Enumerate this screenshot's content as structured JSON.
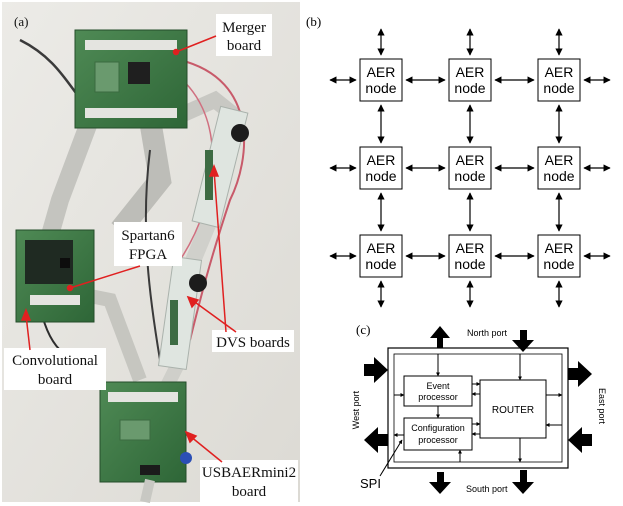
{
  "panel_a": {
    "label": "(a)",
    "callouts": {
      "merger_line1": "Merger",
      "merger_line2": "board",
      "fpga_line1": "Spartan6",
      "fpga_line2": "FPGA",
      "dvs": "DVS boards",
      "conv_line1": "Convolutional",
      "conv_line2": "board",
      "usb_line1": "USBAERmini2",
      "usb_line2": "board"
    }
  },
  "panel_b": {
    "label": "(b)",
    "node_line1": "AER",
    "node_line2": "node"
  },
  "panel_c": {
    "label": "(c)",
    "north_port": "North port",
    "south_port": "South port",
    "west_port": "West port",
    "east_port": "East port",
    "router": "ROUTER",
    "event_line1": "Event",
    "event_line2": "processor",
    "config_line1": "Configuration",
    "config_line2": "processor",
    "spi": "SPI"
  }
}
